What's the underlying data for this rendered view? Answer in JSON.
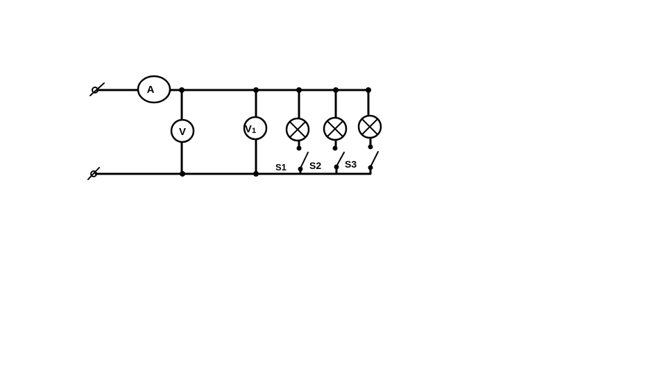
{
  "diagram": {
    "ammeter_label": "A",
    "voltmeter_label": "V",
    "voltmeter1_label": "V",
    "voltmeter1_subscript": "1",
    "switches": [
      {
        "label": "S1"
      },
      {
        "label": "S2"
      },
      {
        "label": "S3"
      }
    ],
    "colors": {
      "line": "#000000",
      "background": "#ffffff"
    }
  }
}
